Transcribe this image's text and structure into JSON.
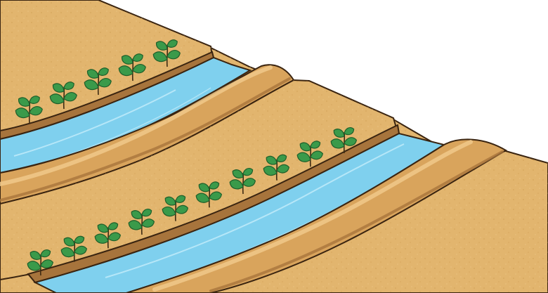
{
  "illustration": {
    "subject": "contour-terraces-with-water-channels",
    "colors": {
      "background": "#ffffff",
      "soil": "#e2b56e",
      "soil_speckle": "#c9954a",
      "outline": "#3a2410",
      "bank_light": "#f0c98a",
      "bank_shade": "#a7743c",
      "water": "#7fd0ee",
      "water_shine": "#c4ecfa",
      "leaf": "#3a9a4a",
      "leaf_dark": "#1f5f2a",
      "stem": "#3d2a12"
    },
    "icons": {
      "terrace": "terrace-icon",
      "channel": "water-channel-icon",
      "ridge": "earth-ridge-icon",
      "plant": "seedling-icon"
    },
    "counts": {
      "terraces": 3,
      "channels": 2,
      "plants_upper_row": 5,
      "plants_lower_row": 10
    }
  }
}
